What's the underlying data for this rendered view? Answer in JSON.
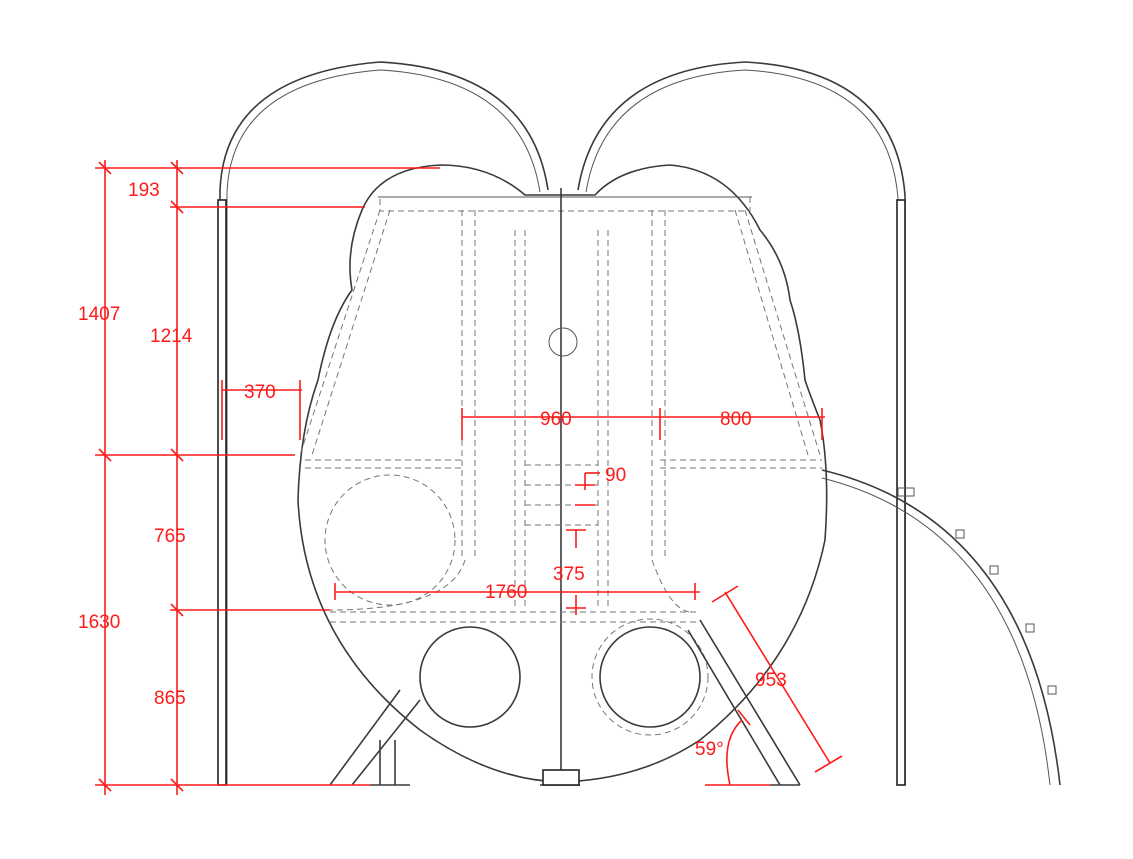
{
  "colors": {
    "dimension": "#ff1a1a",
    "structure": "#3a3a3a",
    "background": "#ffffff"
  },
  "dimensions": {
    "total_upper_height": "1407",
    "top_offset": "193",
    "upper_inner_height": "1214",
    "side_offset": "370",
    "center_span": "960",
    "right_span": "800",
    "step_rise": "90",
    "step_depth": "375",
    "mid_height": "765",
    "total_lower_height": "1630",
    "bottom_height": "865",
    "base_span": "1760",
    "leg_length": "953",
    "leg_angle": "59°"
  }
}
